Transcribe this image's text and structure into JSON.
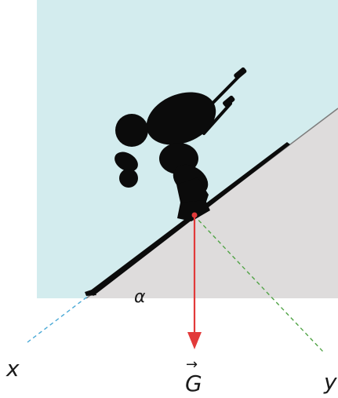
{
  "labels": {
    "angle": "α",
    "x_axis": "x",
    "y_axis": "y",
    "gravity": "G",
    "gravity_arrow": "→"
  },
  "colors": {
    "sky": "#d3ecee",
    "slope": "#dedcdc",
    "slope_edge": "#4a4a4a",
    "skier": "#0b0b0b",
    "gravity_vector": "#e23a3a",
    "x_axis_dash": "#4aa9d6",
    "y_axis_dash": "#52a447"
  },
  "icons": {
    "figure": "skier-silhouette-icon"
  }
}
